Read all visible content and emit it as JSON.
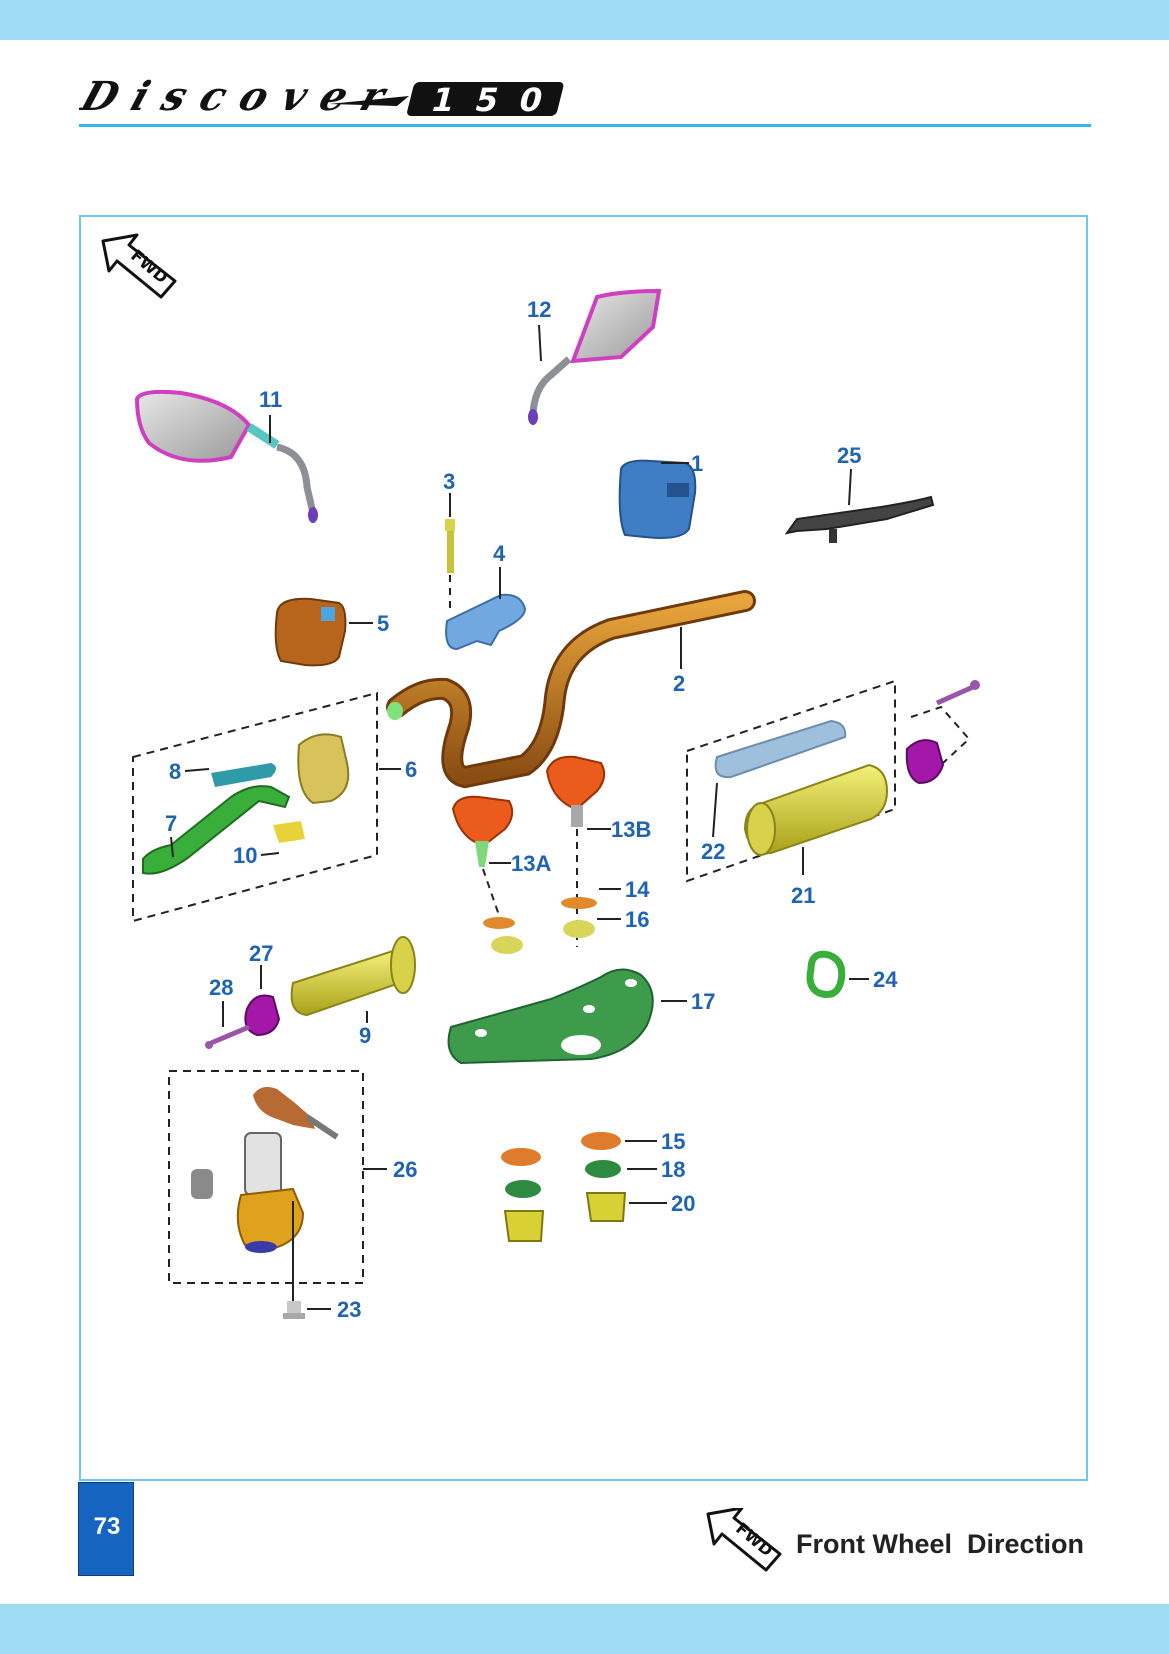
{
  "header": {
    "logo_text": "Discover",
    "logo_number": "150"
  },
  "fwd_badge": "FWD",
  "callouts": [
    {
      "id": "1",
      "label": "1"
    },
    {
      "id": "2",
      "label": "2"
    },
    {
      "id": "3",
      "label": "3"
    },
    {
      "id": "4",
      "label": "4"
    },
    {
      "id": "5",
      "label": "5"
    },
    {
      "id": "6",
      "label": "6"
    },
    {
      "id": "7",
      "label": "7"
    },
    {
      "id": "8",
      "label": "8"
    },
    {
      "id": "9",
      "label": "9"
    },
    {
      "id": "10",
      "label": "10"
    },
    {
      "id": "11",
      "label": "11"
    },
    {
      "id": "12",
      "label": "12"
    },
    {
      "id": "13A",
      "label": "13A"
    },
    {
      "id": "13B",
      "label": "13B"
    },
    {
      "id": "14",
      "label": "14"
    },
    {
      "id": "15",
      "label": "15"
    },
    {
      "id": "16",
      "label": "16"
    },
    {
      "id": "17",
      "label": "17"
    },
    {
      "id": "18",
      "label": "18"
    },
    {
      "id": "20",
      "label": "20"
    },
    {
      "id": "21",
      "label": "21"
    },
    {
      "id": "22",
      "label": "22"
    },
    {
      "id": "23",
      "label": "23"
    },
    {
      "id": "24",
      "label": "24"
    },
    {
      "id": "25",
      "label": "25"
    },
    {
      "id": "26",
      "label": "26"
    },
    {
      "id": "27",
      "label": "27"
    },
    {
      "id": "28",
      "label": "28"
    }
  ],
  "footer": {
    "page_number": "73",
    "fwd_badge": "FWD",
    "legend_text": "Front Wheel  Direction"
  },
  "colors": {
    "band": "#9fdcf4",
    "rule": "#37b9e6",
    "callout": "#1f63b5",
    "page_box": "#1565c0"
  }
}
